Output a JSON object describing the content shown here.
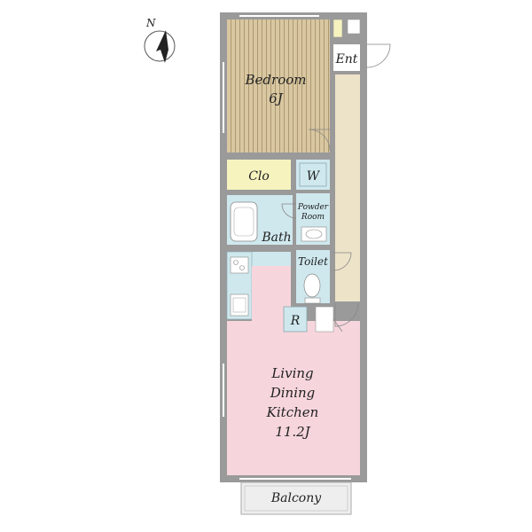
{
  "compass": {
    "label": "N"
  },
  "rooms": {
    "bedroom": {
      "name": "Bedroom",
      "size": "6J"
    },
    "closet": {
      "name": "Clo"
    },
    "washer": {
      "name": "W"
    },
    "powder_room": {
      "line1": "Powder",
      "line2": "Room"
    },
    "bath": {
      "name": "Bath"
    },
    "toilet": {
      "name": "Toilet"
    },
    "refrigerator": {
      "name": "R"
    },
    "entrance": {
      "name": "Ent"
    },
    "ldk": {
      "line1": "Living",
      "line2": "Dining",
      "line3": "Kitchen",
      "size": "11.2J"
    },
    "balcony": {
      "name": "Balcony"
    }
  },
  "colors": {
    "wall": "#9a9a9a",
    "bedroom_floor": "#d9c7a1",
    "bedroom_stripe": "#a8946a",
    "hall_floor": "#ede3c8",
    "closet_floor": "#f6f3bf",
    "wet_area_floor": "#cfe8ee",
    "ldk_floor": "#f6d6dc",
    "balcony_floor": "#eeeeee"
  }
}
